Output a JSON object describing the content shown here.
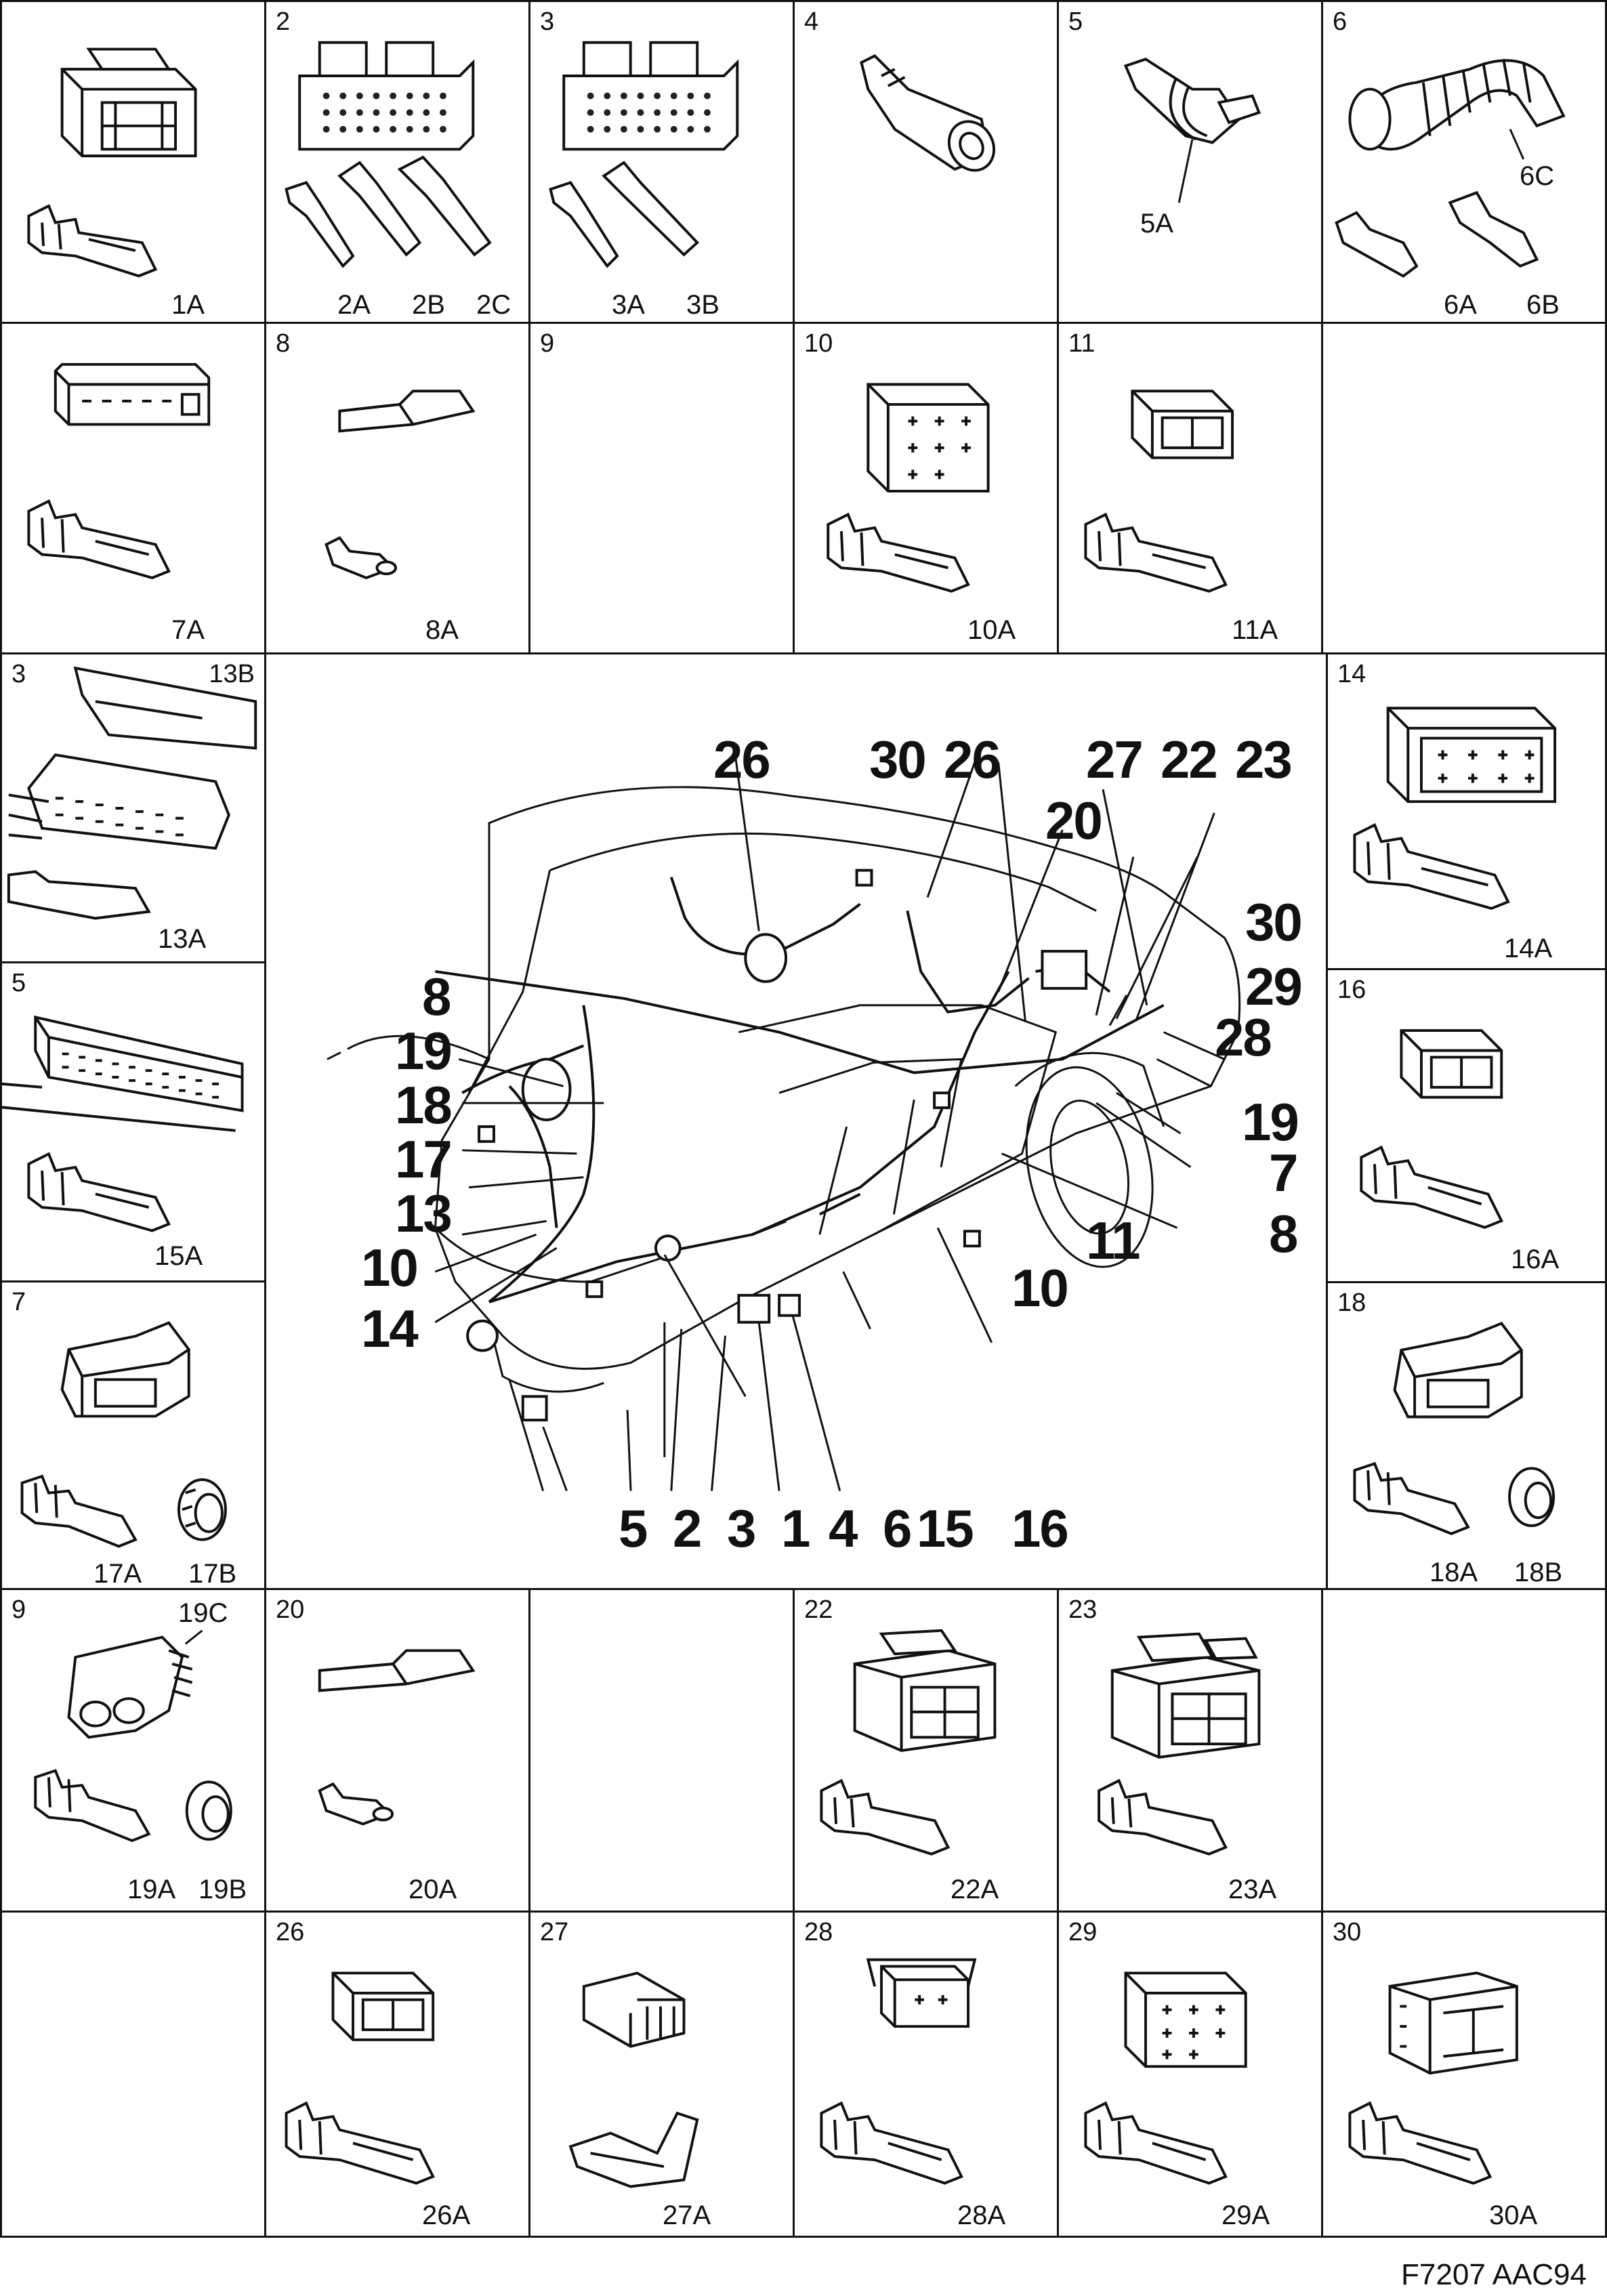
{
  "reference_code": "F7207 AAC94",
  "panels": {
    "p1": {
      "number": "",
      "captions": [
        "1A"
      ]
    },
    "p2": {
      "number": "2",
      "captions": [
        "2A",
        "2B",
        "2C"
      ]
    },
    "p3": {
      "number": "3",
      "captions": [
        "3A",
        "3B"
      ]
    },
    "p4": {
      "number": "4",
      "captions": []
    },
    "p5": {
      "number": "5",
      "captions": [
        "5A"
      ]
    },
    "p6": {
      "number": "6",
      "captions": [
        "6A",
        "6B",
        "6C"
      ]
    },
    "p7": {
      "number": "",
      "captions": [
        "7A"
      ]
    },
    "p8": {
      "number": "8",
      "captions": [
        "8A"
      ]
    },
    "p9": {
      "number": "9",
      "captions": []
    },
    "p10": {
      "number": "10",
      "captions": [
        "10A"
      ]
    },
    "p11": {
      "number": "11",
      "captions": [
        "11A"
      ]
    },
    "p13": {
      "number": "3",
      "captions": [
        "13A",
        "13B"
      ]
    },
    "p15": {
      "number": "5",
      "captions": [
        "15A"
      ]
    },
    "p17": {
      "number": "7",
      "captions": [
        "17A",
        "17B"
      ]
    },
    "p14": {
      "number": "14",
      "captions": [
        "14A"
      ]
    },
    "p16": {
      "number": "16",
      "captions": [
        "16A"
      ]
    },
    "p18": {
      "number": "18",
      "captions": [
        "18A",
        "18B"
      ]
    },
    "p19": {
      "number": "9",
      "captions": [
        "19A",
        "19B",
        "19C"
      ]
    },
    "p20": {
      "number": "20",
      "captions": [
        "20A"
      ]
    },
    "p22": {
      "number": "22",
      "captions": [
        "22A"
      ]
    },
    "p23": {
      "number": "23",
      "captions": [
        "23A"
      ]
    },
    "p26": {
      "number": "26",
      "captions": [
        "26A"
      ]
    },
    "p27": {
      "number": "27",
      "captions": [
        "27A"
      ]
    },
    "p28": {
      "number": "28",
      "captions": [
        "28A"
      ]
    },
    "p29": {
      "number": "29",
      "captions": [
        "29A"
      ]
    },
    "p30": {
      "number": "30",
      "captions": [
        "30A"
      ]
    }
  },
  "callouts": {
    "top": [
      "26",
      "30",
      "26",
      "27",
      "22",
      "23",
      "20"
    ],
    "right": [
      "30",
      "29",
      "28",
      "19",
      "7",
      "8"
    ],
    "left": [
      "8",
      "19",
      "18",
      "17",
      "13",
      "10",
      "14"
    ],
    "middle": [
      "11",
      "10"
    ],
    "bottom": [
      "5",
      "2",
      "3",
      "1",
      "4",
      "6",
      "15",
      "16"
    ]
  }
}
